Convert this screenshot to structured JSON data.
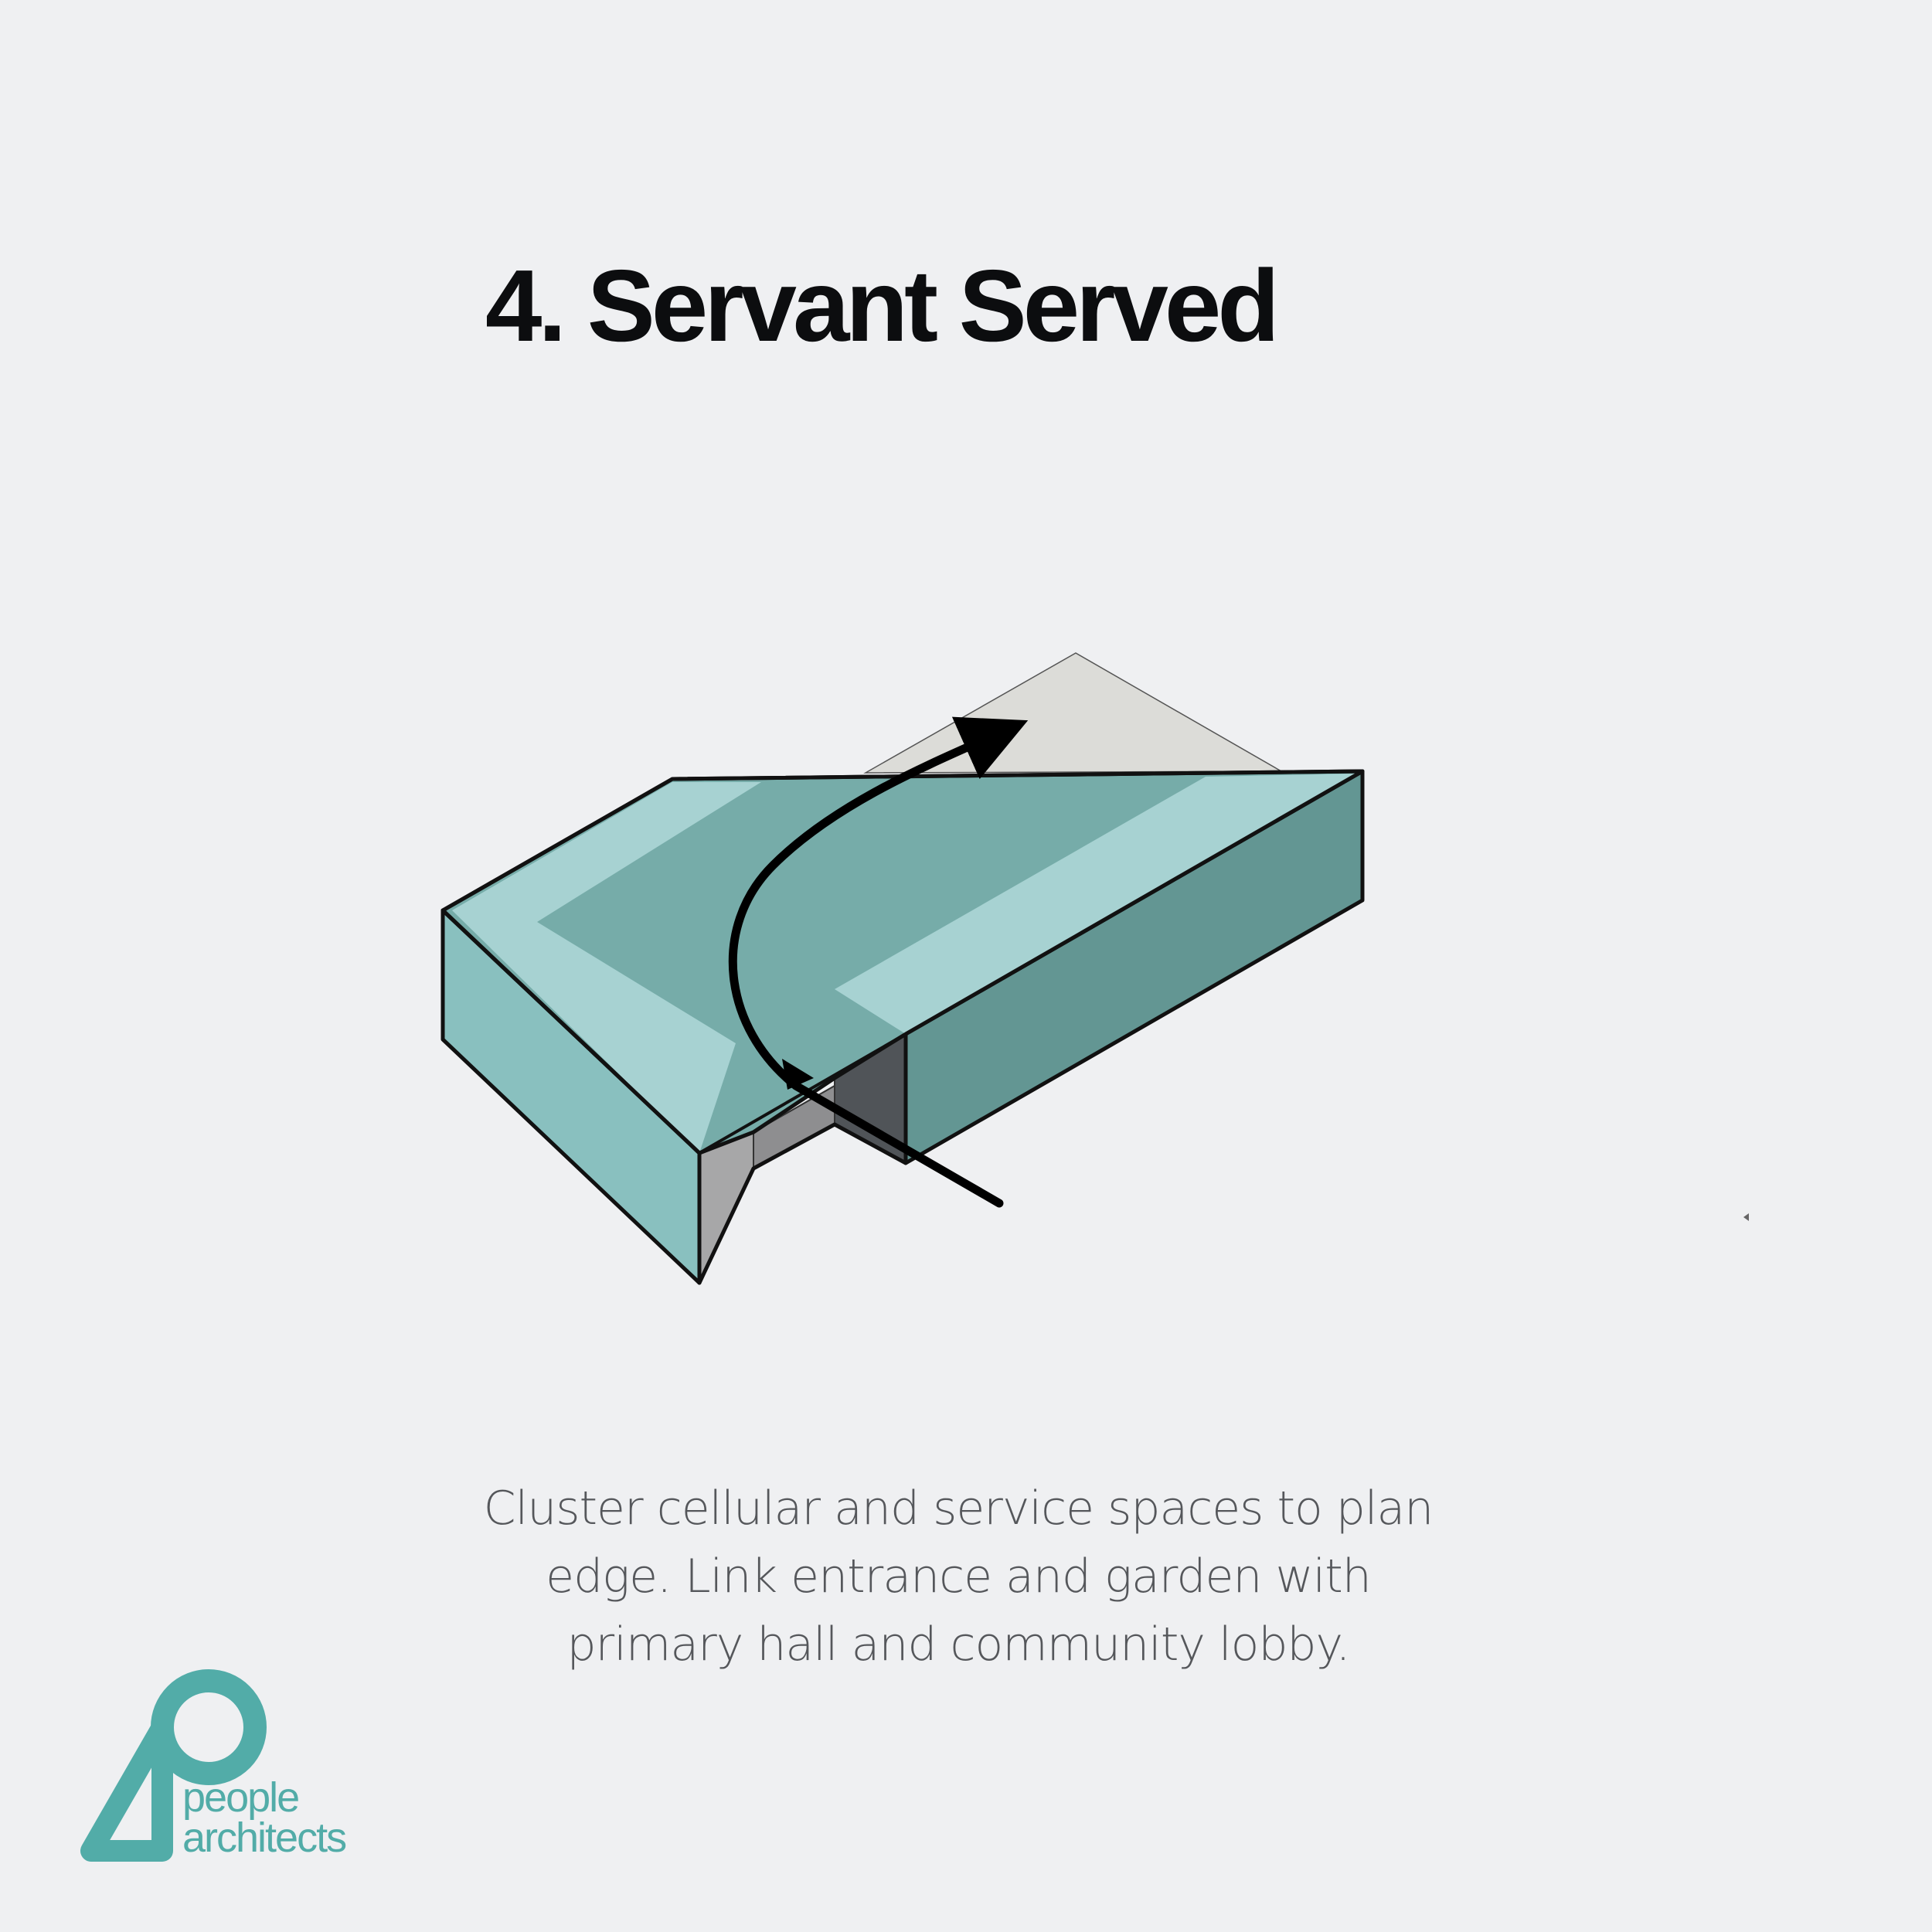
{
  "header": {
    "title": "4. Servant Served"
  },
  "diagram": {
    "description_visible_text": "",
    "colors": {
      "roof_main": "#76aca9",
      "roof_light": "#a7d2d2",
      "front_wall": "#89c0bf",
      "right_wall": "#639693",
      "recess_wall": "#9b9b9b",
      "recess_shadow": "#4f5457",
      "ground_plane": "#dcdcd8",
      "outline": "#111111",
      "arrow": "#000000"
    },
    "icons": [
      "curved-arrow-icon",
      "circulation-arrow-icon"
    ]
  },
  "caption": {
    "text": "Cluster cellular and service spaces to plan edge. Link entrance and garden with primary hall and community lobby."
  },
  "logo": {
    "line1": "people",
    "line2": "architects",
    "color": "#52aca8"
  }
}
